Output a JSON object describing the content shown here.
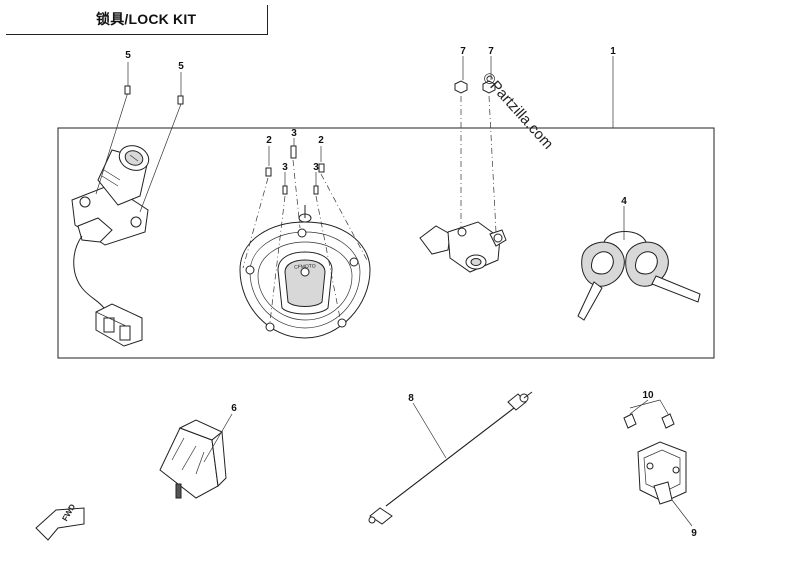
{
  "title": "锁具/LOCK KIT",
  "watermark": "©Partzilla.com",
  "fwd_label": "FWD",
  "callouts": {
    "c1": "1",
    "c2a": "2",
    "c2b": "2",
    "c3a": "3",
    "c3b": "3",
    "c3c": "3",
    "c4": "4",
    "c5a": "5",
    "c5b": "5",
    "c6": "6",
    "c7a": "7",
    "c7b": "7",
    "c8": "8",
    "c9": "9",
    "c10": "10"
  }
}
